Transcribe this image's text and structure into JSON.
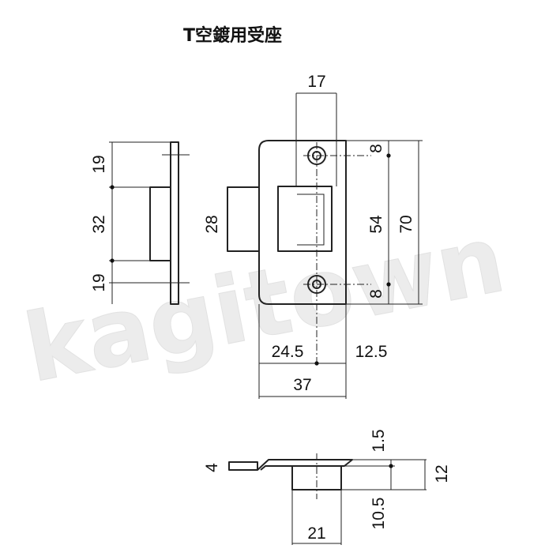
{
  "title": "T空鍍用受座",
  "watermark": "kagitown",
  "dimensions": {
    "side_top": "19",
    "side_middle": "32",
    "side_bottom": "19",
    "hole_spacing_width": "17",
    "opening_height": "28",
    "top_hole_offset": "8",
    "hole_to_hole": "54",
    "overall_height": "70",
    "bottom_hole_offset": "8",
    "left_to_hole": "24.5",
    "hole_to_right": "12.5",
    "overall_width": "37",
    "plate_lip": "4",
    "plate_thickness": "1.5",
    "cup_depth": "10.5",
    "overall_depth": "12",
    "cup_width": "21"
  }
}
